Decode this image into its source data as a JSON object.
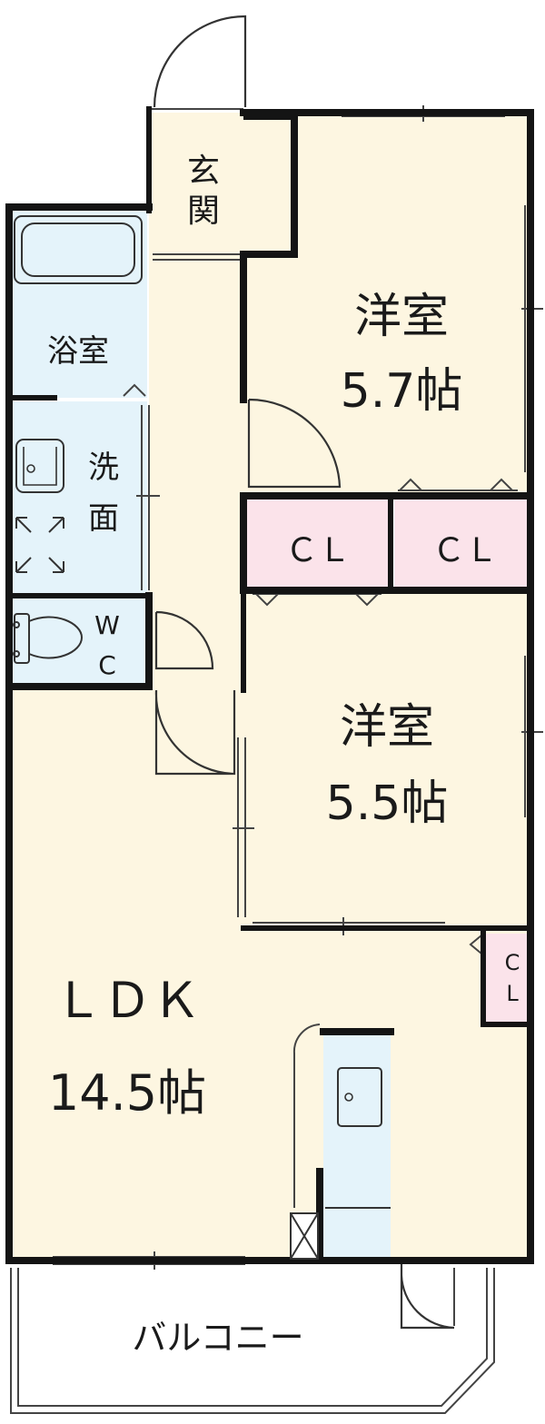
{
  "colors": {
    "living": "#fdf6e1",
    "wet": "#e4f3fa",
    "closet": "#fbe3ea",
    "wall": "#141414",
    "background": "#ffffff"
  },
  "rooms": {
    "genkan": {
      "label_line1": "玄",
      "label_line2": "関"
    },
    "western_a": {
      "label": "洋室",
      "size": "5.7帖"
    },
    "western_b": {
      "label": "洋室",
      "size": "5.5帖"
    },
    "ldk": {
      "label": "ＬＤＫ",
      "size": "14.5帖"
    },
    "bath": {
      "label": "浴室"
    },
    "washroom": {
      "label_line1": "洗",
      "label_line2": "面"
    },
    "wc": {
      "label_line1": "W",
      "label_line2": "C"
    },
    "closet_1": {
      "label": "ＣＬ"
    },
    "closet_2": {
      "label": "ＣＬ"
    },
    "closet_ldk": {
      "label_line1": "C",
      "label_line2": "L"
    },
    "balcony": {
      "label": "バルコニー"
    }
  },
  "icons": [
    "bathtub-icon",
    "washbasin-icon",
    "washing-machine-icon",
    "toilet-icon",
    "kitchen-sink-icon",
    "fridge-icon"
  ]
}
